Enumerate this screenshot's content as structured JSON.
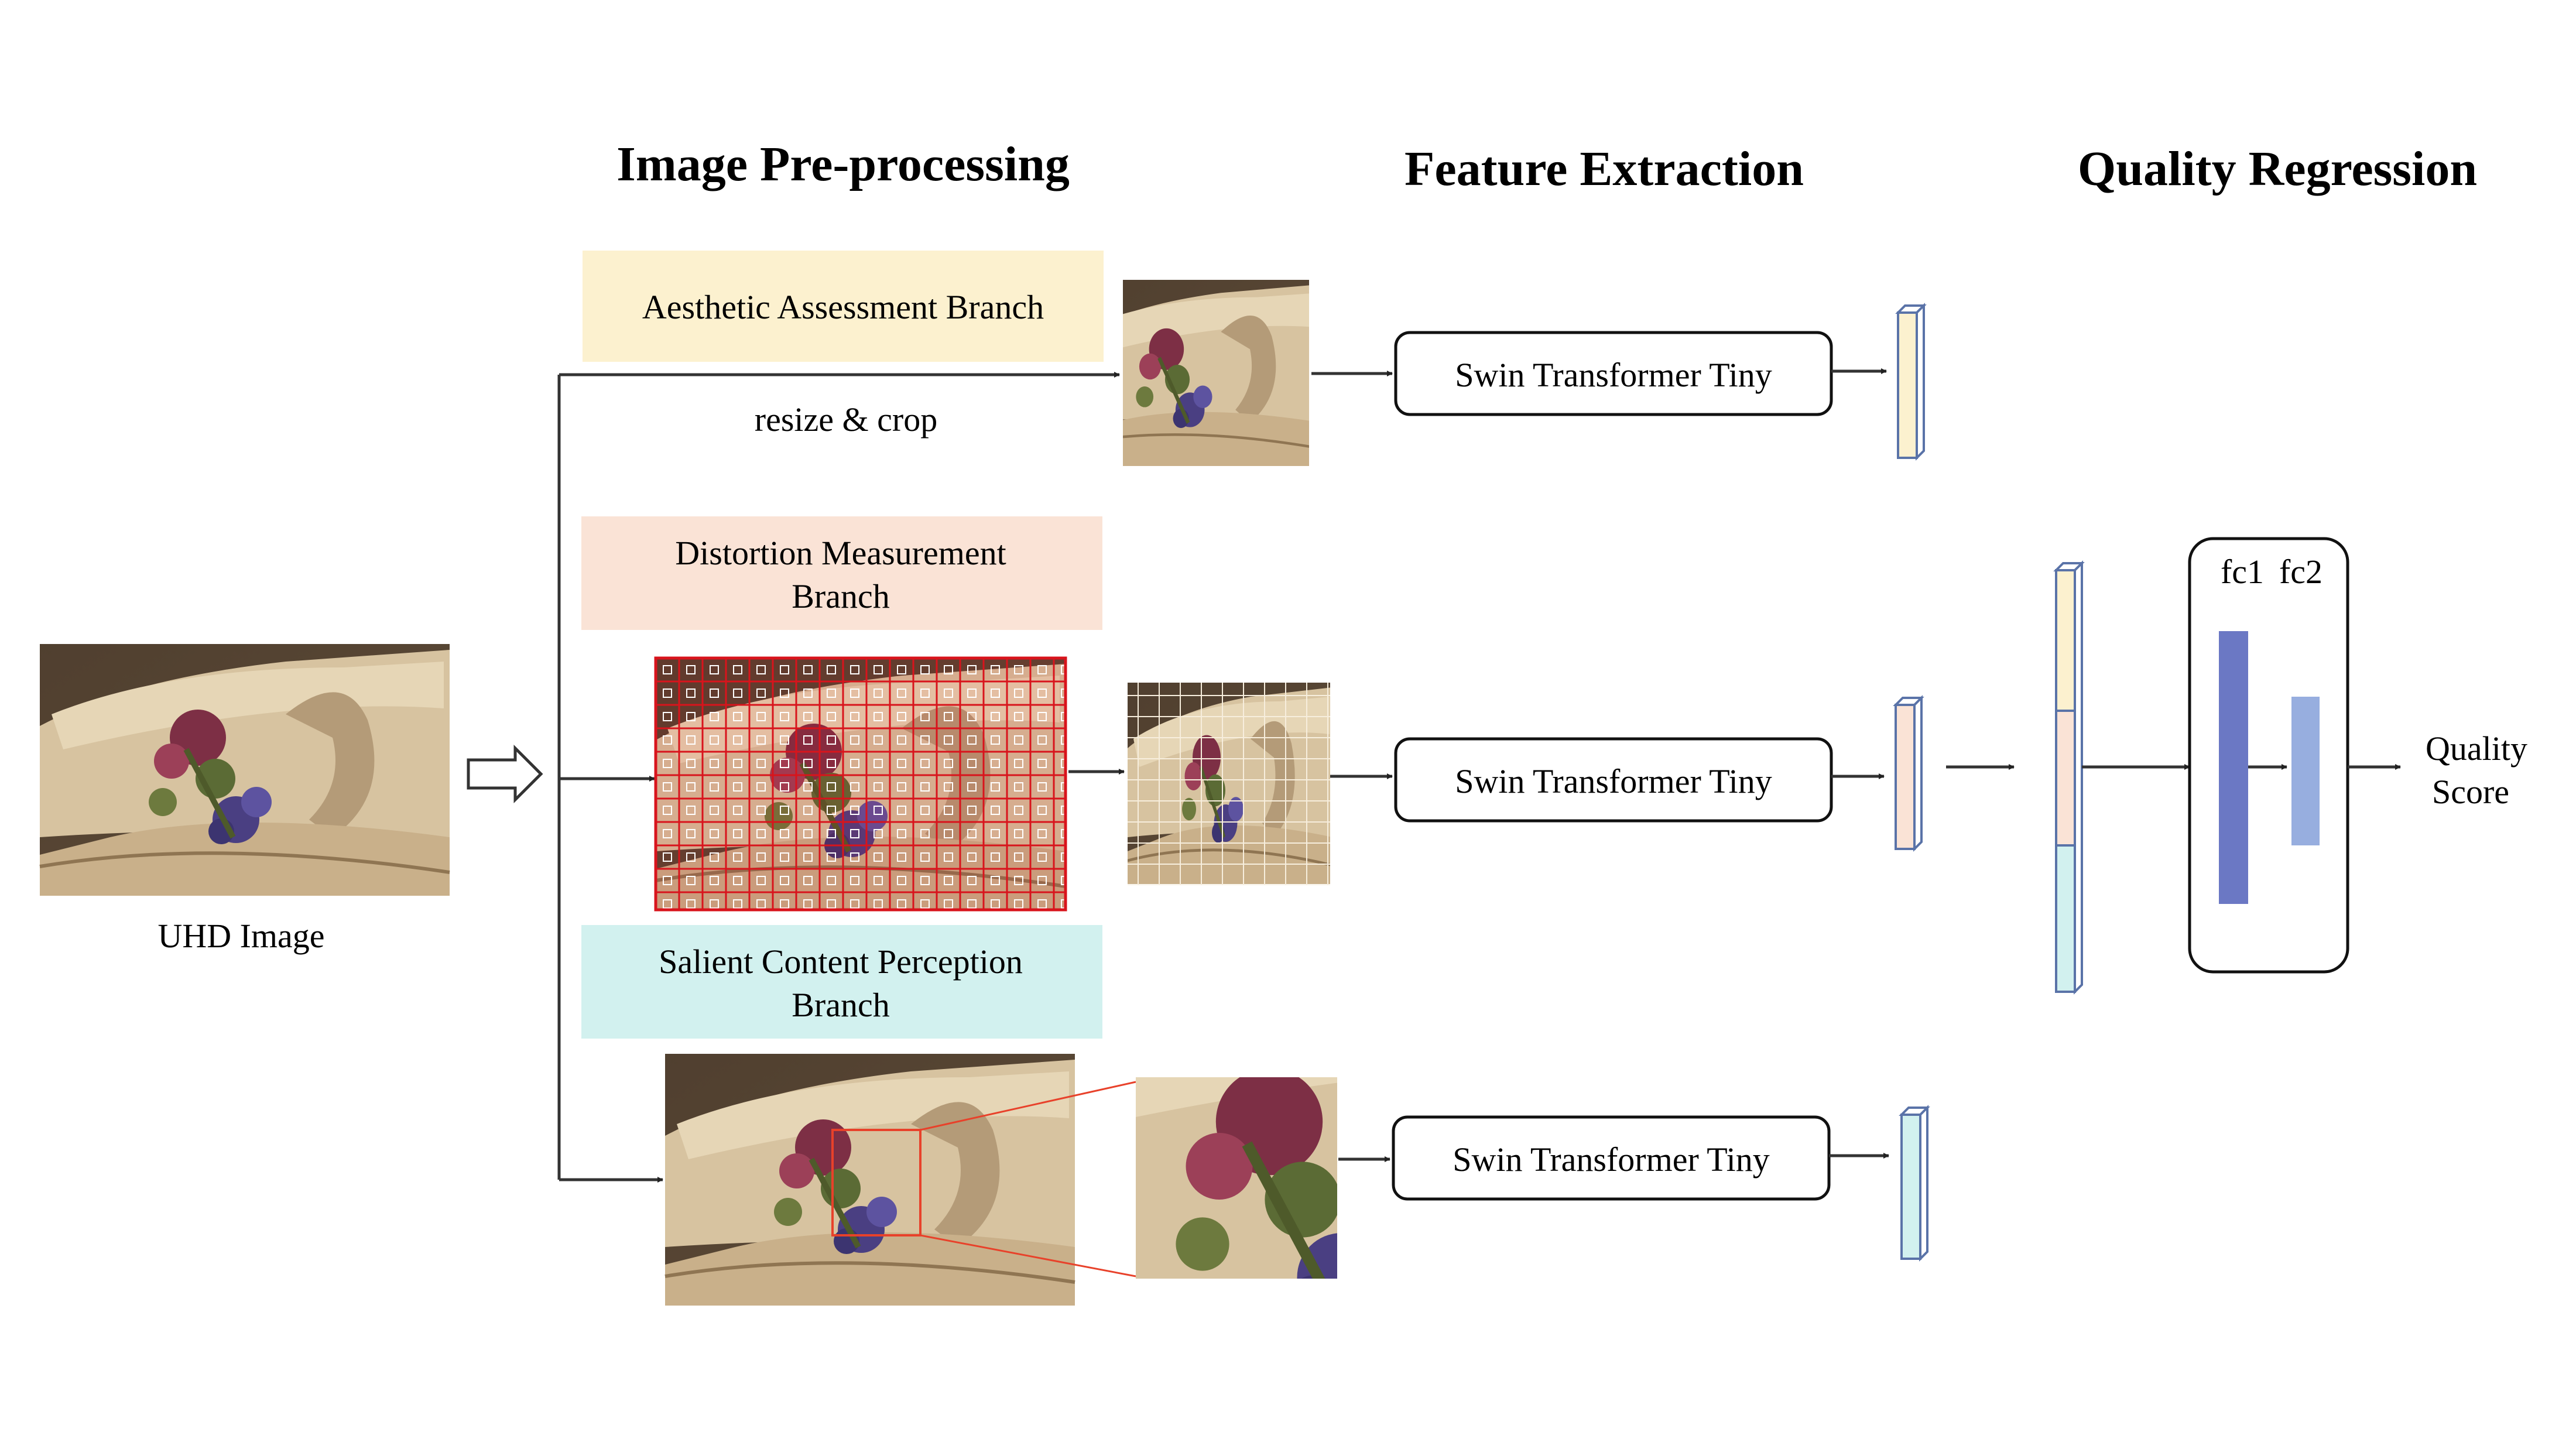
{
  "headers": {
    "preprocessing": "Image Pre-processing",
    "feature_extraction": "Feature Extraction",
    "quality_regression": "Quality Regression"
  },
  "input": {
    "label": "UHD Image"
  },
  "branches": {
    "aesthetic": {
      "title": "Aesthetic Assessment Branch",
      "op": "resize & crop",
      "color": "#fcf1cf"
    },
    "distortion": {
      "title_line1": "Distortion Measurement",
      "title_line2": "Branch",
      "color": "#fae3d6"
    },
    "salient": {
      "title_line1": "Salient Content Perception",
      "title_line2": "Branch",
      "color": "#d2f1ef"
    }
  },
  "backbone": {
    "label": "Swin Transformer Tiny"
  },
  "regression": {
    "fc1": "fc1",
    "fc2": "fc2",
    "fc1_color": "#6b78c4",
    "fc2_color": "#97aedf",
    "output_line1": "Quality",
    "output_line2": "Score"
  },
  "feature_colors": {
    "aesthetic": "#fcf1cf",
    "distortion": "#fae3d6",
    "salient": "#d2f1ef"
  }
}
